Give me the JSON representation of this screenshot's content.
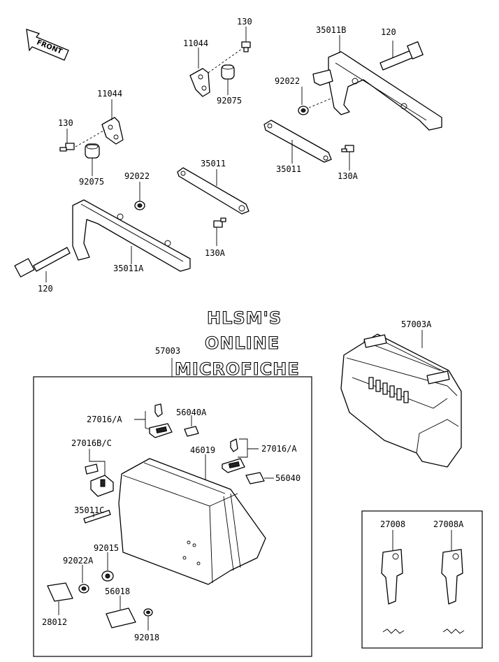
{
  "watermark": {
    "line1": "HLSM'S",
    "line2": "ONLINE",
    "line3": "MICROFICHE"
  },
  "front_arrow": {
    "label": "FRONT",
    "icon": "front-direction-arrow-icon"
  },
  "callouts": {
    "c130_top": "130",
    "c11044_top": "11044",
    "c92075_top": "92075",
    "c35011B": "35011B",
    "c120_top": "120",
    "c92022_right": "92022",
    "c35011_right": "35011",
    "c130A_right": "130A",
    "c11044_left": "11044",
    "c130_left": "130",
    "c92075_left": "92075",
    "c92022_mid": "92022",
    "c35011_mid": "35011",
    "c130A_mid": "130A",
    "c120_left": "120",
    "c35011A": "35011A",
    "c57003": "57003",
    "c57003A": "57003A",
    "c27016A_1": "27016/A",
    "c56040A": "56040A",
    "c27016BC": "27016B/C",
    "c46019": "46019",
    "c27016A_2": "27016/A",
    "c56040": "56040",
    "c35011C": "35011C",
    "c92015": "92015",
    "c92022A": "92022A",
    "c56018": "56018",
    "c28012": "28012",
    "c92018": "92018",
    "c27008": "27008",
    "c27008A": "27008A"
  }
}
